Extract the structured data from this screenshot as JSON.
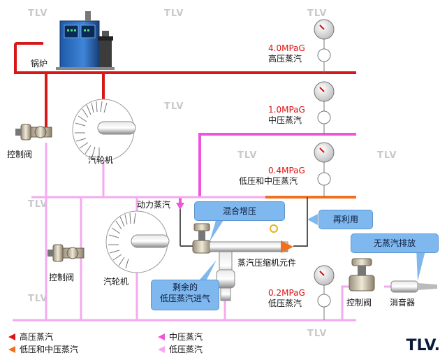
{
  "labels": {
    "boiler": "锅炉",
    "control_valve_1": "控制阀",
    "control_valve_2": "控制阀",
    "control_valve_3": "控制阀",
    "turbine_1": "汽轮机",
    "turbine_2": "汽轮机",
    "power_steam": "动力蒸汽",
    "compressor_element": "蒸汽压缩机元件",
    "silencer": "消音器"
  },
  "headers": [
    {
      "pressure": "4.0MPaG",
      "name": "高压蒸汽"
    },
    {
      "pressure": "1.0MPaG",
      "name": "中压蒸汽"
    },
    {
      "pressure": "0.4MPaG",
      "name": "低压和中压蒸汽"
    },
    {
      "pressure": "0.2MPaG",
      "name": "低压蒸汽"
    }
  ],
  "callouts": {
    "mixing": "混合增压",
    "reuse": "再利用",
    "no_exhaust": "无蒸汽排放",
    "residual": "剩余的\n低压蒸汽进气"
  },
  "legend": [
    {
      "label": "高压蒸汽",
      "color": "#d81818"
    },
    {
      "label": "低压和中压蒸汽",
      "color": "#f07020"
    },
    {
      "label": "中压蒸汽",
      "color": "#ee55dd"
    },
    {
      "label": "低压蒸汽",
      "color": "#f4aaf0"
    }
  ],
  "colors": {
    "high": "#d81818",
    "medium": "#ee55dd",
    "low_medium": "#f07020",
    "low": "#f4aaf0",
    "callout": "#7fb8ee"
  },
  "logo": "TLV.",
  "watermark": "TLV"
}
